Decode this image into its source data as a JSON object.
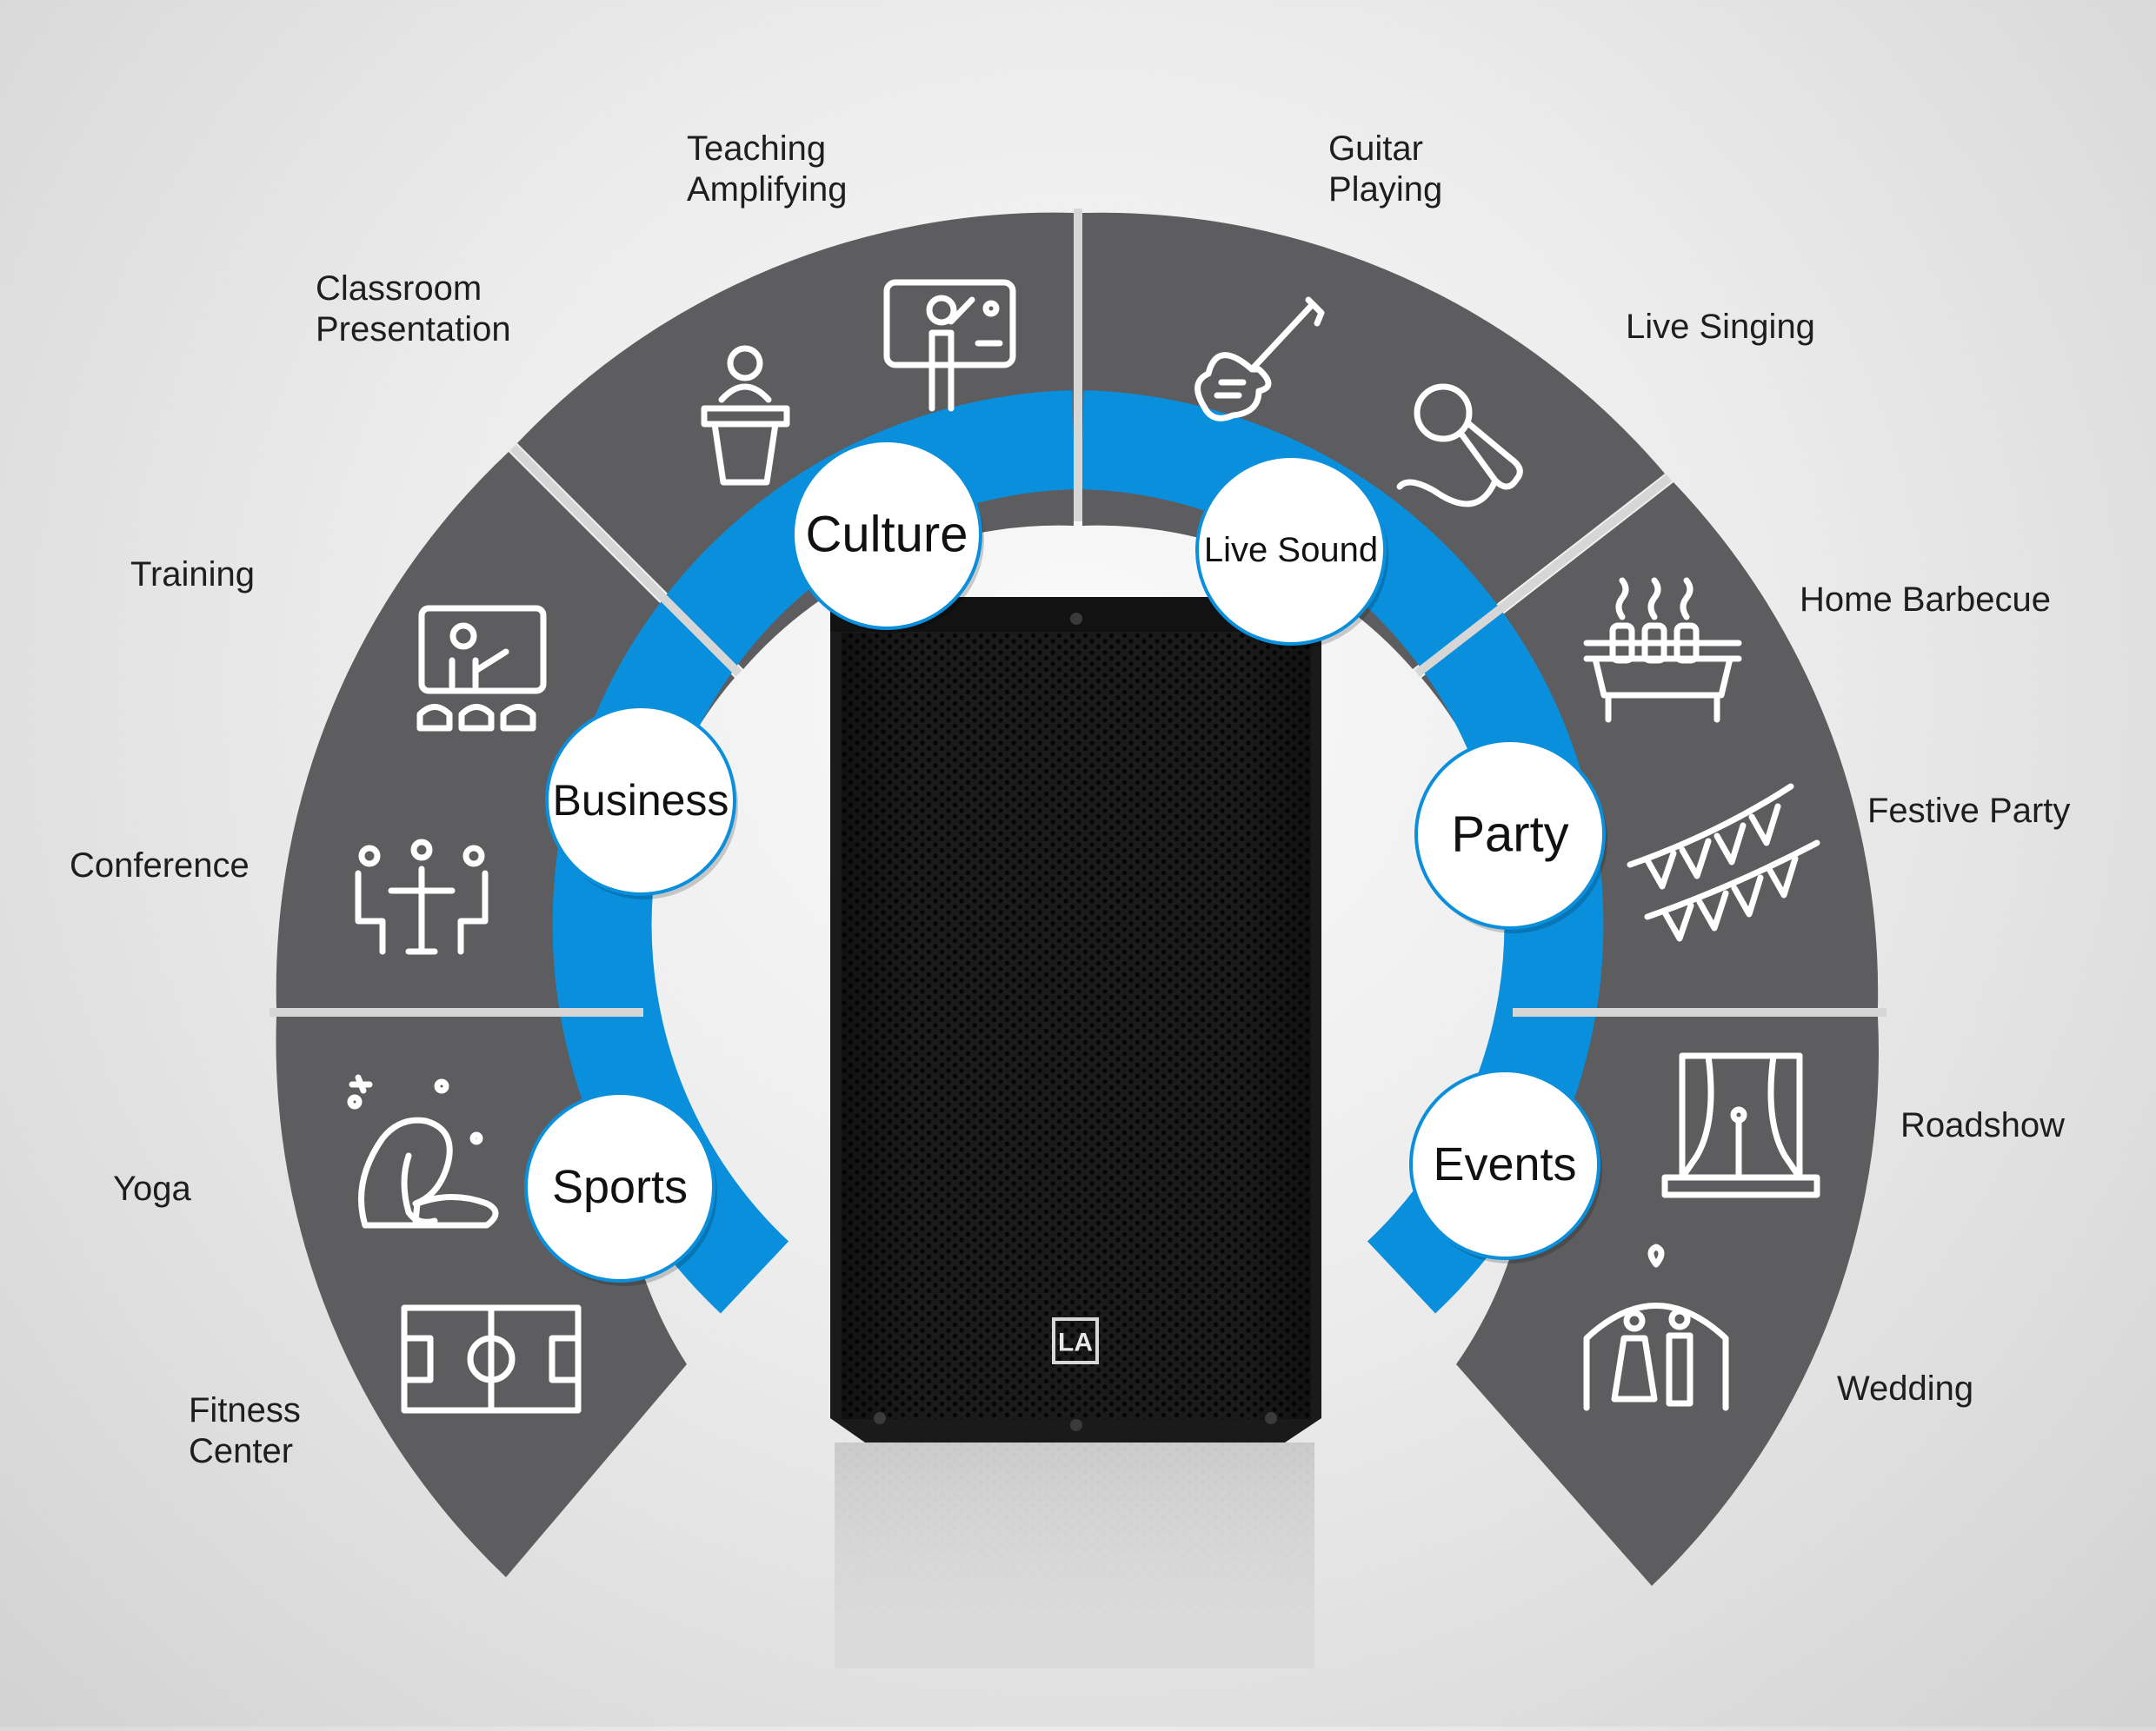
{
  "diagram": {
    "colors": {
      "segment": "#5d5d5f",
      "ring": "#0a8fdc",
      "hub_fill": "#ffffff",
      "hub_stroke": "#0a8fdc",
      "divider": "#d6d6d6",
      "icon": "#ffffff",
      "speaker": "#151515"
    },
    "hubs": [
      {
        "id": "culture",
        "label": "Culture"
      },
      {
        "id": "live-sound",
        "label": "Live Sound"
      },
      {
        "id": "business",
        "label": "Business"
      },
      {
        "id": "party",
        "label": "Party"
      },
      {
        "id": "sports",
        "label": "Sports"
      },
      {
        "id": "events",
        "label": "Events"
      }
    ],
    "applications": [
      {
        "id": "teaching-amplifying",
        "lines": [
          "Teaching",
          "Amplifying"
        ],
        "icon": "teacher-board-icon"
      },
      {
        "id": "classroom-presentation",
        "lines": [
          "Classroom",
          "Presentation"
        ],
        "icon": "podium-speaker-icon"
      },
      {
        "id": "guitar-playing",
        "lines": [
          "Guitar",
          "Playing"
        ],
        "icon": "electric-guitar-icon"
      },
      {
        "id": "live-singing",
        "lines": [
          "Live Singing"
        ],
        "icon": "microphone-icon"
      },
      {
        "id": "training",
        "lines": [
          "Training"
        ],
        "icon": "training-screen-icon"
      },
      {
        "id": "conference",
        "lines": [
          "Conference"
        ],
        "icon": "conference-table-icon"
      },
      {
        "id": "home-barbecue",
        "lines": [
          "Home Barbecue"
        ],
        "icon": "barbecue-grill-icon"
      },
      {
        "id": "festive-party",
        "lines": [
          "Festive Party"
        ],
        "icon": "bunting-flags-icon"
      },
      {
        "id": "yoga",
        "lines": [
          "Yoga"
        ],
        "icon": "yoga-pose-icon"
      },
      {
        "id": "fitness-center",
        "lines": [
          "Fitness",
          "Center"
        ],
        "icon": "soccer-field-icon"
      },
      {
        "id": "roadshow",
        "lines": [
          "Roadshow"
        ],
        "icon": "stage-curtain-icon"
      },
      {
        "id": "wedding",
        "lines": [
          "Wedding"
        ],
        "icon": "wedding-couple-icon"
      }
    ],
    "logo_text": "LA"
  }
}
